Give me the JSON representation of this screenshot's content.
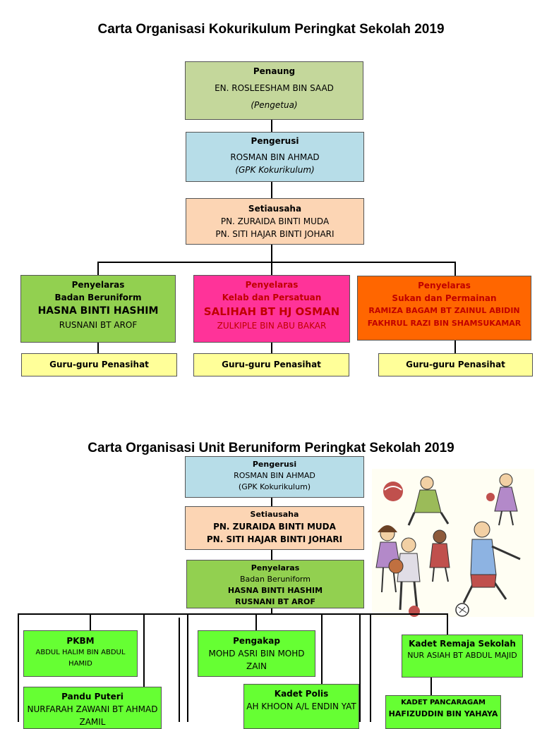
{
  "chart1": {
    "title": "Carta Organisasi Kokurikulum Peringkat Sekolah 2019",
    "penaung": {
      "role": "Penaung",
      "name": "EN. ROSLEESHAM BIN SAAD",
      "post": "(Pengetua)"
    },
    "pengerusi": {
      "role": "Pengerusi",
      "name": "ROSMAN BIN AHMAD",
      "post": "(GPK Kokurikulum)"
    },
    "setiausaha": {
      "role": "Setiausaha",
      "names": [
        "PN. ZURAIDA BINTI MUDA",
        "PN. SITI HAJAR BINTI JOHARI"
      ]
    },
    "penyelaras": [
      {
        "role": "Penyelaras",
        "unit": "Badan Beruniform",
        "name1": "HASNA BINTI HASHIM",
        "name2": "RUSNANI BT AROF",
        "advisors": "Guru-guru Penasihat"
      },
      {
        "role": "Penyelaras",
        "unit": "Kelab dan Persatuan",
        "name1": "SALIHAH BT HJ OSMAN",
        "name2": "ZULKIPLE BIN ABU BAKAR",
        "advisors": "Guru-guru Penasihat"
      },
      {
        "role": "Penyelaras",
        "unit": "Sukan dan Permainan",
        "name1": "RAMIZA BAGAM BT ZAINUL ABIDIN",
        "name2": "FAKHRUL RAZI BIN SHAMSUKAMAR",
        "advisors": "Guru-guru Penasihat"
      }
    ]
  },
  "chart2": {
    "title": "Carta Organisasi Unit Beruniform Peringkat Sekolah 2019",
    "pengerusi": {
      "role": "Pengerusi",
      "name": "ROSMAN BIN AHMAD",
      "post": "(GPK Kokurikulum)"
    },
    "setiausaha": {
      "role": "Setiausaha",
      "names": [
        "PN. ZURAIDA BINTI MUDA",
        "PN. SITI HAJAR BINTI JOHARI"
      ]
    },
    "penyelaras": {
      "role": "Penyelaras",
      "unit": "Badan Beruniform",
      "names": [
        "HASNA BINTI HASHIM",
        "RUSNANI BT AROF"
      ]
    },
    "units": {
      "pkbm": {
        "name": "PKBM",
        "teacher": "ABDUL HALIM BIN ABDUL HAMID"
      },
      "pengakap": {
        "name": "Pengakap",
        "teacher": "MOHD ASRI BIN MOHD ZAIN"
      },
      "kadet_remaja": {
        "name": "Kadet Remaja Sekolah",
        "teacher": "NUR ASIAH BT ABDUL MAJID"
      },
      "pandu_puteri": {
        "name": "Pandu Puteri",
        "teacher": "NURFARAH ZAWANI BT AHMAD ZAMIL"
      },
      "kadet_polis": {
        "name": "Kadet Polis",
        "teacher": "AH KHOON A/L ENDIN YAT"
      },
      "kadet_pancaragam": {
        "name": "KADET PANCARAGAM",
        "teacher": "HAFIZUDDIN BIN YAHAYA"
      }
    }
  },
  "illustration": {
    "icon": "children-playing-sports-illustration"
  }
}
